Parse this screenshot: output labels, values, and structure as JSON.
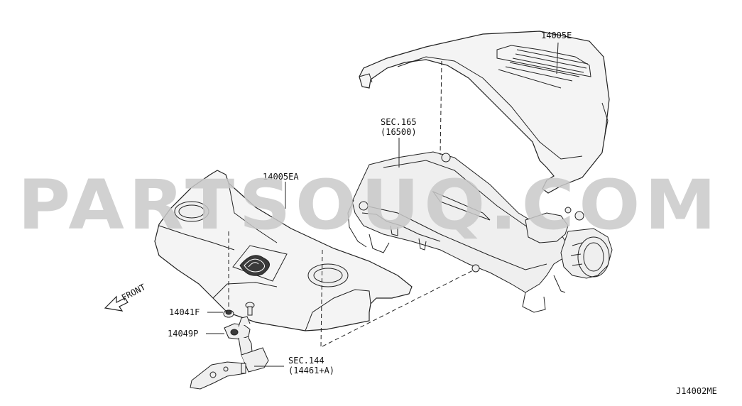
{
  "watermark": "PARTSOUQ.COM",
  "diagram_code": "J14002ME",
  "direction": {
    "label": "FRONT"
  },
  "labels": {
    "cover_rear": "14005E",
    "cover_front": "14005EA",
    "sec165_line1": "SEC.165",
    "sec165_line2": "(16500)",
    "clip": "14041F",
    "bracket": "14049P",
    "sec144_line1": "SEC.144",
    "sec144_line2": "(14461+A)"
  },
  "colors": {
    "ink": "#222222",
    "watermark": "#c9c9c9",
    "background": "#ffffff"
  }
}
